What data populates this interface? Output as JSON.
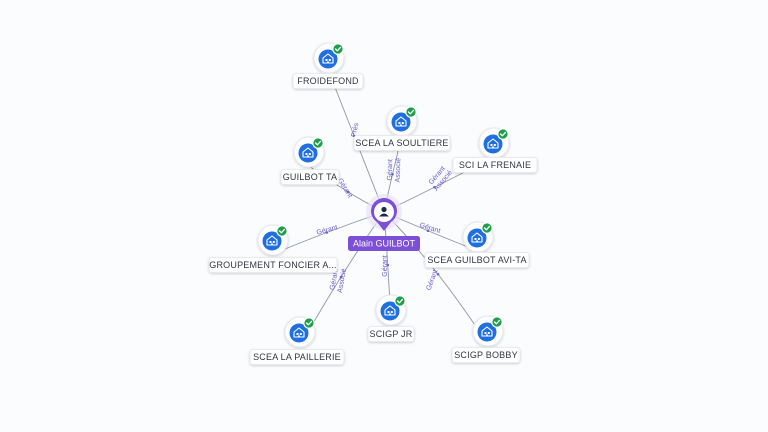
{
  "center": {
    "name": "Alain GUILBOT",
    "icon": "person-icon",
    "color": "#7b4fd6"
  },
  "colors": {
    "company_icon": "#1f6fe0",
    "check_badge": "#1e9e4a",
    "edge": "#8f96a3",
    "edge_label": "#6a5acd"
  },
  "company_icon": "building-icon",
  "badge_icon": "check-icon",
  "companies": [
    {
      "name": "FROIDEFOND",
      "relations": [
        "Prés"
      ]
    },
    {
      "name": "SCEA LA SOULTIERE",
      "relations": [
        "Gérant",
        "Associé"
      ]
    },
    {
      "name": "SCI LA FRENAIE",
      "relations": [
        "Gérant",
        "Associé"
      ]
    },
    {
      "name": "GUILBOT TA",
      "relations": [
        "Gérant"
      ]
    },
    {
      "name": "GROUPEMENT FONCIER A...",
      "relations": [
        "Gérant"
      ]
    },
    {
      "name": "SCEA GUILBOT AVI-TA",
      "relations": [
        "Gérant"
      ]
    },
    {
      "name": "SCEA LA PAILLERIE",
      "relations": [
        "Gérant",
        "Associé"
      ]
    },
    {
      "name": "SCIGP JR",
      "relations": [
        "Gérant"
      ]
    },
    {
      "name": "SCIGP BOBBY",
      "relations": [
        "Gérant"
      ]
    }
  ]
}
